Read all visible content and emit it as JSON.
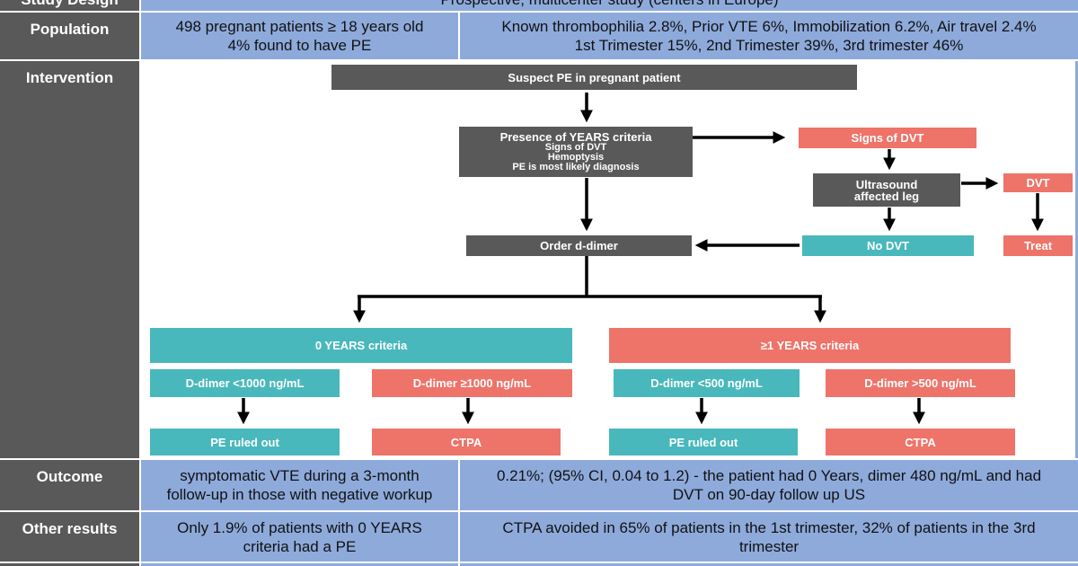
{
  "rows": {
    "study_design": {
      "label": "Study Design",
      "value": "Prospective, multicenter study (centers in Europe)"
    },
    "population": {
      "label": "Population",
      "col2": [
        "498 pregnant patients ≥ 18 years old",
        "4% found to have PE"
      ],
      "col3": [
        "Known thrombophilia 2.8%, Prior VTE 6%, Immobilization 6.2%, Air travel 2.4%",
        "1st Trimester 15%, 2nd Trimester 39%, 3rd trimester 46%"
      ]
    },
    "intervention": {
      "label": "Intervention"
    },
    "outcome": {
      "label": "Outcome",
      "col2": [
        "symptomatic VTE during a 3-month",
        "follow-up in those with negative workup"
      ],
      "col3": [
        "0.21%; (95% CI, 0.04 to 1.2) - the patient had 0 Years, dimer 480 ng/mL and had",
        "DVT on 90-day follow up US"
      ]
    },
    "other": {
      "label": "Other results",
      "col2": [
        "Only 1.9% of patients with 0 YEARS",
        "criteria had a PE"
      ],
      "col3": [
        "CTPA avoided in 65% of patients in the 1st trimester, 32% of patients in the 3rd",
        "trimester"
      ]
    }
  },
  "flow": {
    "suspect": "Suspect PE in pregnant patient",
    "years_title": "Presence of YEARS criteria",
    "years_items": [
      "Signs of DVT",
      "Hemoptysis",
      "PE is most likely diagnosis"
    ],
    "signs_dvt": "Signs of DVT",
    "ultrasound": [
      "Ultrasound",
      "affected leg"
    ],
    "dvt": "DVT",
    "treat": "Treat",
    "no_dvt": "No DVT",
    "order_ddimer": "Order d-dimer",
    "zero_years": "0 YEARS criteria",
    "one_years": "≥1 YEARS criteria",
    "dd_lt1000": "D-dimer <1000 ng/mL",
    "dd_ge1000": "D-dimer ≥1000 ng/mL",
    "dd_lt500": "D-dimer <500 ng/mL",
    "dd_gt500": "D-dimer >500 ng/mL",
    "ruled_out_1": "PE ruled out",
    "ctpa_1": "CTPA",
    "ruled_out_2": "PE ruled out",
    "ctpa_2": "CTPA"
  },
  "colors": {
    "label_bg": "#595959",
    "cell_bg": "#8eaadb",
    "red": "#ee7369",
    "teal": "#49b8bc"
  }
}
